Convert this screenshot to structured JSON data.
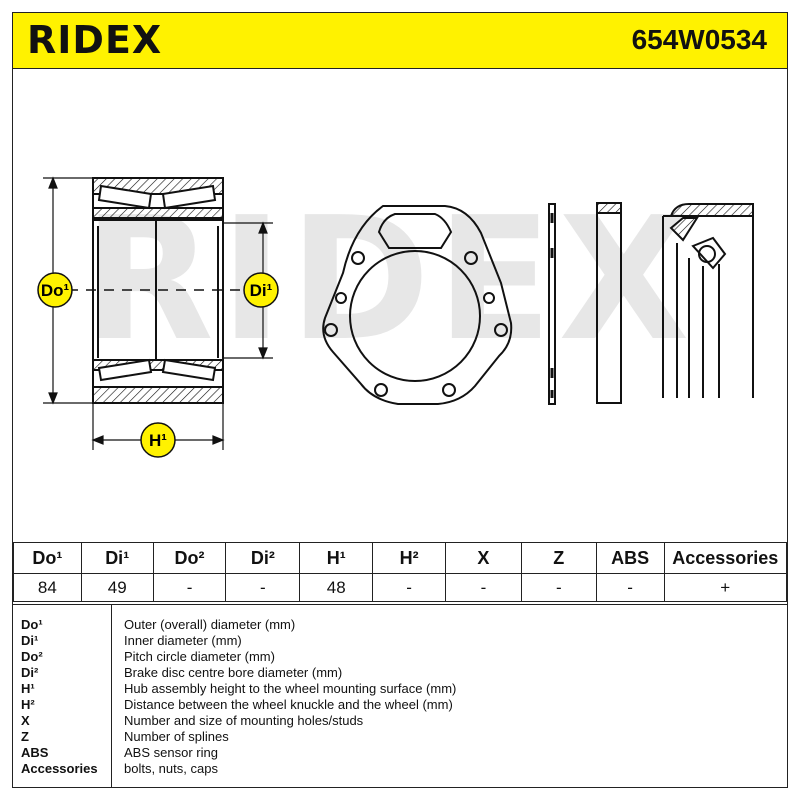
{
  "brand": "RIDEX",
  "part_number": "654W0534",
  "watermark": "RIDEX",
  "dimension_labels": {
    "do": "Do¹",
    "di": "Di¹",
    "h": "H¹"
  },
  "spec_table": {
    "headers": [
      "Do¹",
      "Di¹",
      "Do²",
      "Di²",
      "H¹",
      "H²",
      "X",
      "Z",
      "ABS",
      "Accessories"
    ],
    "values": [
      "84",
      "49",
      "-",
      "-",
      "48",
      "-",
      "-",
      "-",
      "-",
      "+"
    ]
  },
  "legend": [
    {
      "key": "Do¹",
      "desc": "Outer (overall) diameter (mm)"
    },
    {
      "key": "Di¹",
      "desc": "Inner diameter (mm)"
    },
    {
      "key": "Do²",
      "desc": "Pitch circle diameter (mm)"
    },
    {
      "key": "Di²",
      "desc": "Brake disc centre bore diameter (mm)"
    },
    {
      "key": "H¹",
      "desc": "Hub assembly height to the wheel mounting surface (mm)"
    },
    {
      "key": "H²",
      "desc": "Distance between the wheel knuckle and the wheel (mm)"
    },
    {
      "key": "X",
      "desc": "Number and size of mounting holes/studs"
    },
    {
      "key": "Z",
      "desc": "Number of splines"
    },
    {
      "key": "ABS",
      "desc": "ABS sensor ring"
    },
    {
      "key": "Accessories",
      "desc": "bolts, nuts, caps"
    }
  ],
  "colors": {
    "header_bg": "#fff200",
    "label_badge": "#fff200",
    "watermark": "#e7e7e7"
  }
}
